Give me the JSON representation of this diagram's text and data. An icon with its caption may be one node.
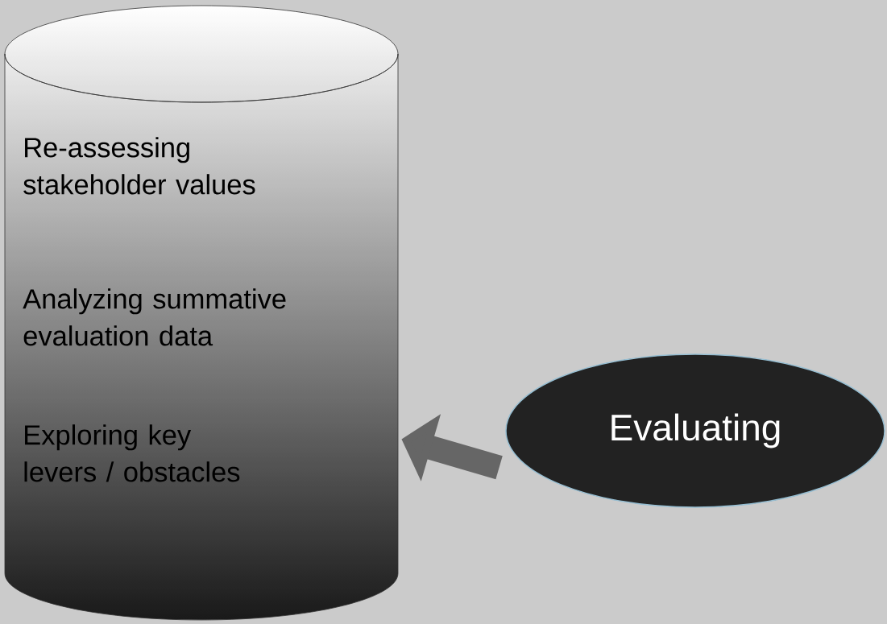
{
  "diagram": {
    "nodes": [
      {
        "text": [
          "Re-assessing stakeholder values",
          "Analyzing summative evaluation data",
          "Exploring key levers / obstacles"
        ]
      },
      {
        "text": [
          "Evaluating"
        ]
      }
    ],
    "edges": [
      {
        "from": 1,
        "to": 0,
        "arrow": "to"
      }
    ]
  }
}
